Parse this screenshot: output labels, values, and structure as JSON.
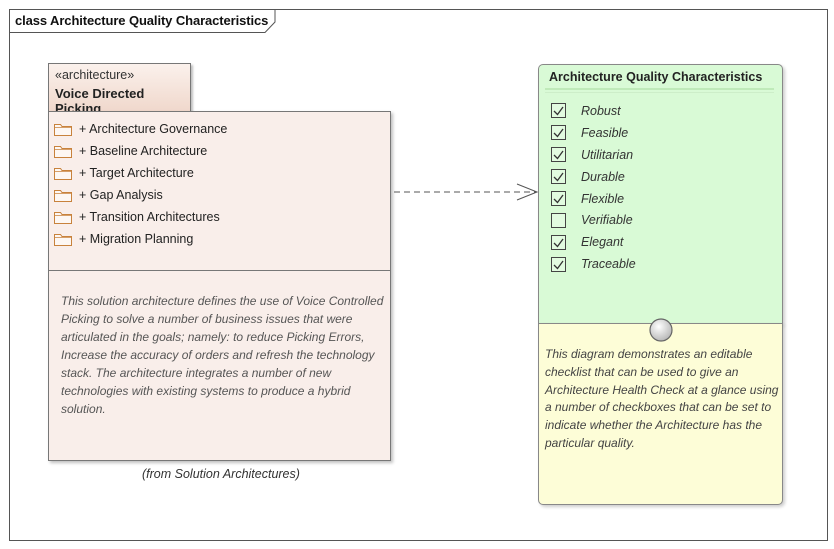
{
  "frame": {
    "title": "class Architecture Quality Characteristics"
  },
  "package": {
    "stereotype": "«architecture»",
    "name": "Voice Directed Picking",
    "items": [
      "+ Architecture Governance",
      "+ Baseline Architecture",
      "+ Target Architecture",
      "+ Gap Analysis",
      "+ Transition Architectures",
      "+ Migration Planning"
    ],
    "note": "This solution architecture defines the use of Voice Controlled Picking to solve a number of business issues that were articulated in the goals; namely: to reduce Picking Errors, Increase the accuracy of orders and refresh the technology stack. The architecture integrates a number of new technologies with existing systems to produce a hybrid solution.",
    "from": "(from Solution Architectures)"
  },
  "checklist": {
    "title": "Architecture Quality Characteristics",
    "items": [
      {
        "label": "Robust",
        "checked": true
      },
      {
        "label": "Feasible",
        "checked": true
      },
      {
        "label": "Utilitarian",
        "checked": true
      },
      {
        "label": "Durable",
        "checked": true
      },
      {
        "label": "Flexible",
        "checked": true
      },
      {
        "label": "Verifiable",
        "checked": false
      },
      {
        "label": "Elegant",
        "checked": true
      },
      {
        "label": "Traceable",
        "checked": true
      }
    ],
    "note": "This diagram demonstrates an editable checklist that can be used to give an Architecture Health Check at a glance using a number of checkboxes that can be set to indicate whether the Architecture has the particular quality."
  },
  "colors": {
    "package_fill": "#f9eeea",
    "checklist_fill": "#d9fad6",
    "note_fill": "#fdfdd7",
    "folder_stroke": "#c8823c"
  }
}
